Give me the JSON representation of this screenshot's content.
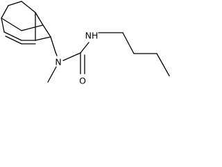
{
  "molecule": {
    "atoms": {
      "amine_n": "N",
      "amide_nh": "NH",
      "carbonyl_o": "O"
    },
    "bond_color": "#000000",
    "background_color": "#ffffff"
  }
}
